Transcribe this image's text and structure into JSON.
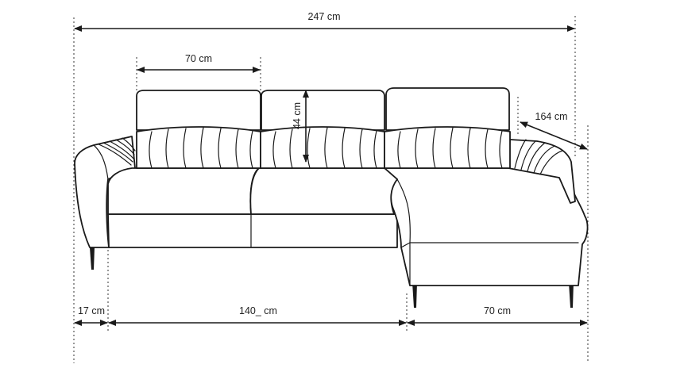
{
  "dimensions": {
    "total_width": "247 cm",
    "headrest_width": "70 cm",
    "headrest_height": "44 cm",
    "chaise_depth": "164 cm",
    "armrest_width": "17 cm",
    "seat_width": "140_ cm",
    "chaise_width": "70 cm"
  },
  "colors": {
    "line": "#1a1a1a",
    "background": "#ffffff"
  }
}
